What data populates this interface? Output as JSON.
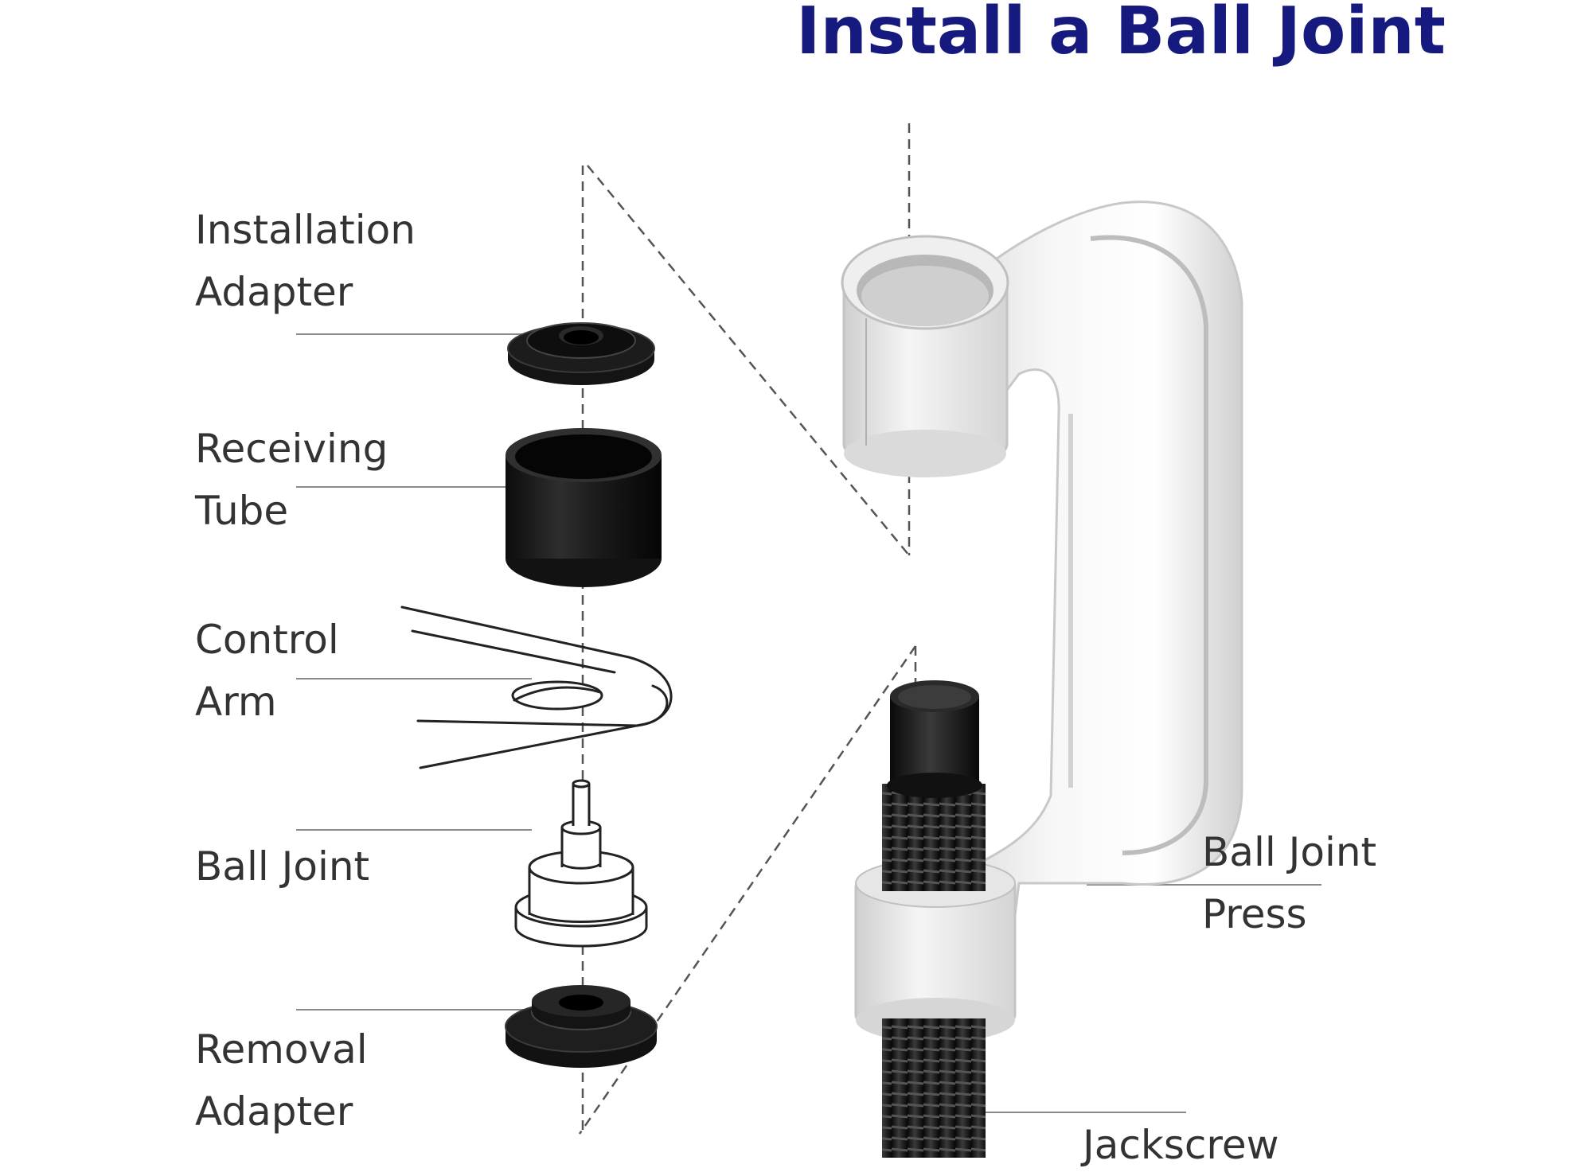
{
  "title": "Install a Ball Joint",
  "labels": {
    "installation_adapter": [
      "Installation",
      "Adapter"
    ],
    "receiving_tube": [
      "Receiving",
      "Tube"
    ],
    "control_arm": [
      "Control",
      "Arm"
    ],
    "ball_joint": [
      "Ball Joint"
    ],
    "removal_adapter": [
      "Removal",
      "Adapter"
    ],
    "ball_joint_press": [
      "Ball Joint",
      "Press"
    ],
    "jackscrew": [
      "Jackscrew"
    ]
  },
  "colors": {
    "title": "#161a7e",
    "label_text": "#333333",
    "leader_line": "#888888",
    "dashed_guide": "#555555",
    "black_parts": "#141414",
    "press_body": "#eeeeee"
  }
}
